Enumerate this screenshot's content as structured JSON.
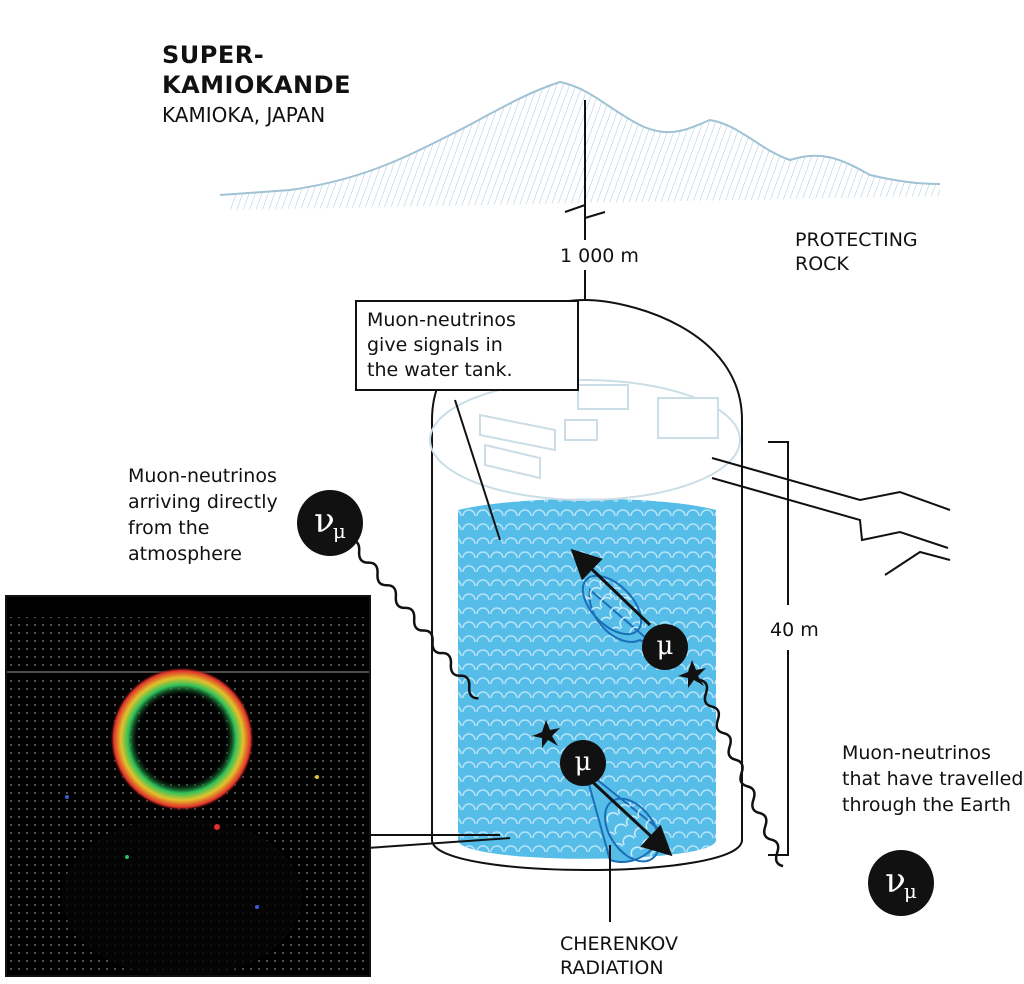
{
  "title_line1": "SUPER-",
  "title_line2": "KAMIOKANDE",
  "location": "KAMIOKA, JAPAN",
  "depth_label": "1 000 m",
  "protecting_rock": [
    "PROTECTING",
    "ROCK"
  ],
  "callout": [
    "Muon-neutrinos",
    "give signals in",
    "the water tank."
  ],
  "left_label": [
    "Muon-neutrinos",
    "arriving directly",
    "from the",
    "atmosphere"
  ],
  "right_label": [
    "Muon-neutrinos",
    "that have travelled",
    "through the Earth"
  ],
  "height_label": "40 m",
  "cherenkov_label": [
    "CHERENKOV",
    "RADIATION"
  ],
  "neutrino_symbol": "ν",
  "neutrino_subscript": "μ",
  "muon_symbol": "μ",
  "colors": {
    "water": "#56bde8",
    "water_pattern": "#cfeefb",
    "structure_line": "#111111",
    "mountain": "#9fc3d4",
    "cone": "#1b6fb8"
  }
}
